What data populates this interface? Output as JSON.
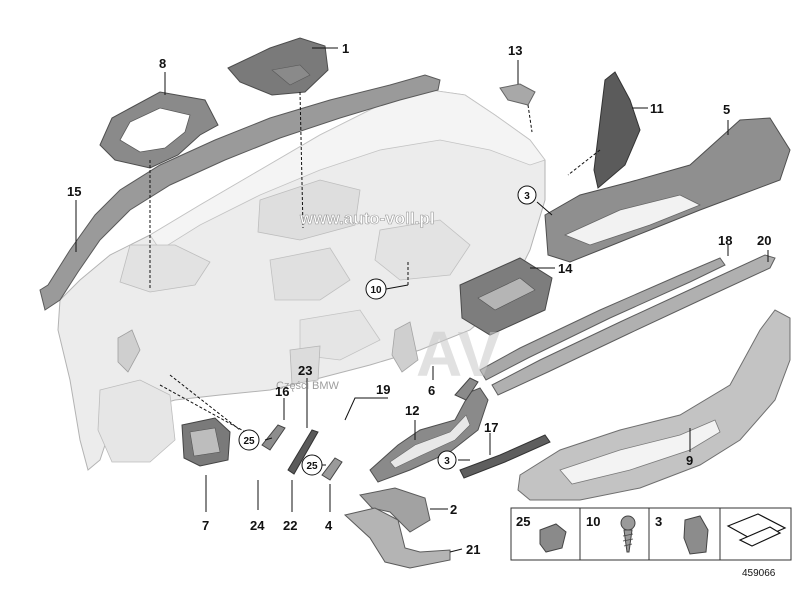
{
  "watermark": {
    "url": "www.auto-voll.pl",
    "logo_text": "AV",
    "caption": "Części BMW"
  },
  "diagram_id": "459066",
  "parts": {
    "p1": "1",
    "p2": "2",
    "p3a": "3",
    "p3b": "3",
    "p4": "4",
    "p5": "5",
    "p6": "6",
    "p7": "7",
    "p8": "8",
    "p9": "9",
    "p10": "10",
    "p11": "11",
    "p12": "12",
    "p13": "13",
    "p14": "14",
    "p15": "15",
    "p16": "16",
    "p17": "17",
    "p18": "18",
    "p19": "19",
    "p20": "20",
    "p21": "21",
    "p22": "22",
    "p23": "23",
    "p24": "24",
    "p25a": "25",
    "p25b": "25"
  },
  "legend": {
    "item1": "25",
    "item2": "10",
    "item3": "3"
  },
  "colors": {
    "part_dark": "#6e6e6e",
    "part_mid": "#9c9c9c",
    "part_light": "#c4c4c4",
    "dashboard": "#e9e9e9"
  }
}
